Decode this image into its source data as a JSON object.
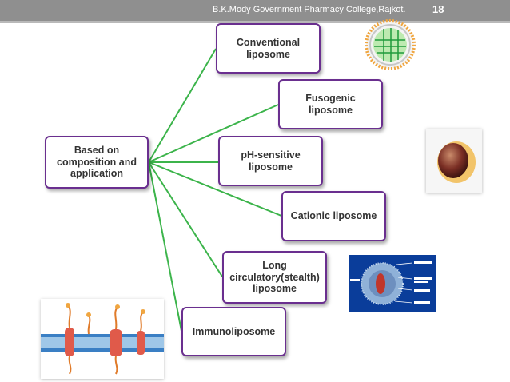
{
  "header": {
    "college": "B.K.Mody Government Pharmacy College,Rajkot.",
    "slide_number": "18"
  },
  "diagram": {
    "root": "Based on composition and application",
    "branches": [
      "Conventional liposome",
      "Fusogenic liposome",
      "pH-sensitive liposome",
      "Cationic liposome",
      "Long circulatory(stealth) liposome",
      "Immunoliposome"
    ],
    "connector_color": "#3cb44b",
    "box_border_color": "#6a2f8f"
  },
  "images": [
    {
      "name": "liposome-sphere-illustration"
    },
    {
      "name": "liposome-cross-section-illustration"
    },
    {
      "name": "stealth-liposome-illustration"
    },
    {
      "name": "cell-membrane-illustration"
    }
  ]
}
